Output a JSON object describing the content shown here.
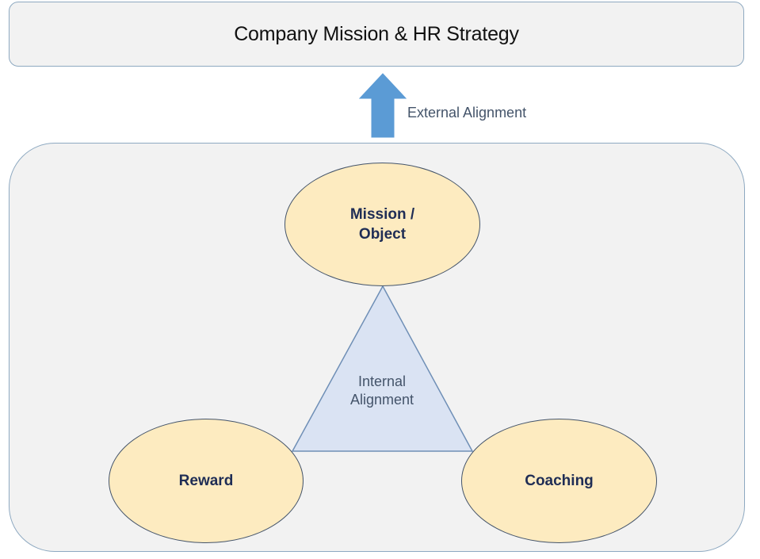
{
  "header": {
    "title": "Company Mission & HR Strategy"
  },
  "external": {
    "label": "External Alignment"
  },
  "internal": {
    "line1": "Internal",
    "line2": "Alignment"
  },
  "nodes": {
    "mission": {
      "line1": "Mission /",
      "line2": "Object"
    },
    "reward": {
      "label": "Reward"
    },
    "coaching": {
      "label": "Coaching"
    }
  },
  "colors": {
    "box_fill": "#f2f2f2",
    "box_border": "#8ea9c1",
    "arrow_fill": "#5b9bd5",
    "ellipse_fill": "#fdebc0",
    "ellipse_border": "#44546a",
    "triangle_fill": "#dae3f3",
    "triangle_border": "#6f8fb6",
    "node_text": "#1f2d55",
    "label_text": "#44546a"
  },
  "icons": {
    "external_arrow": "up-arrow-icon"
  }
}
